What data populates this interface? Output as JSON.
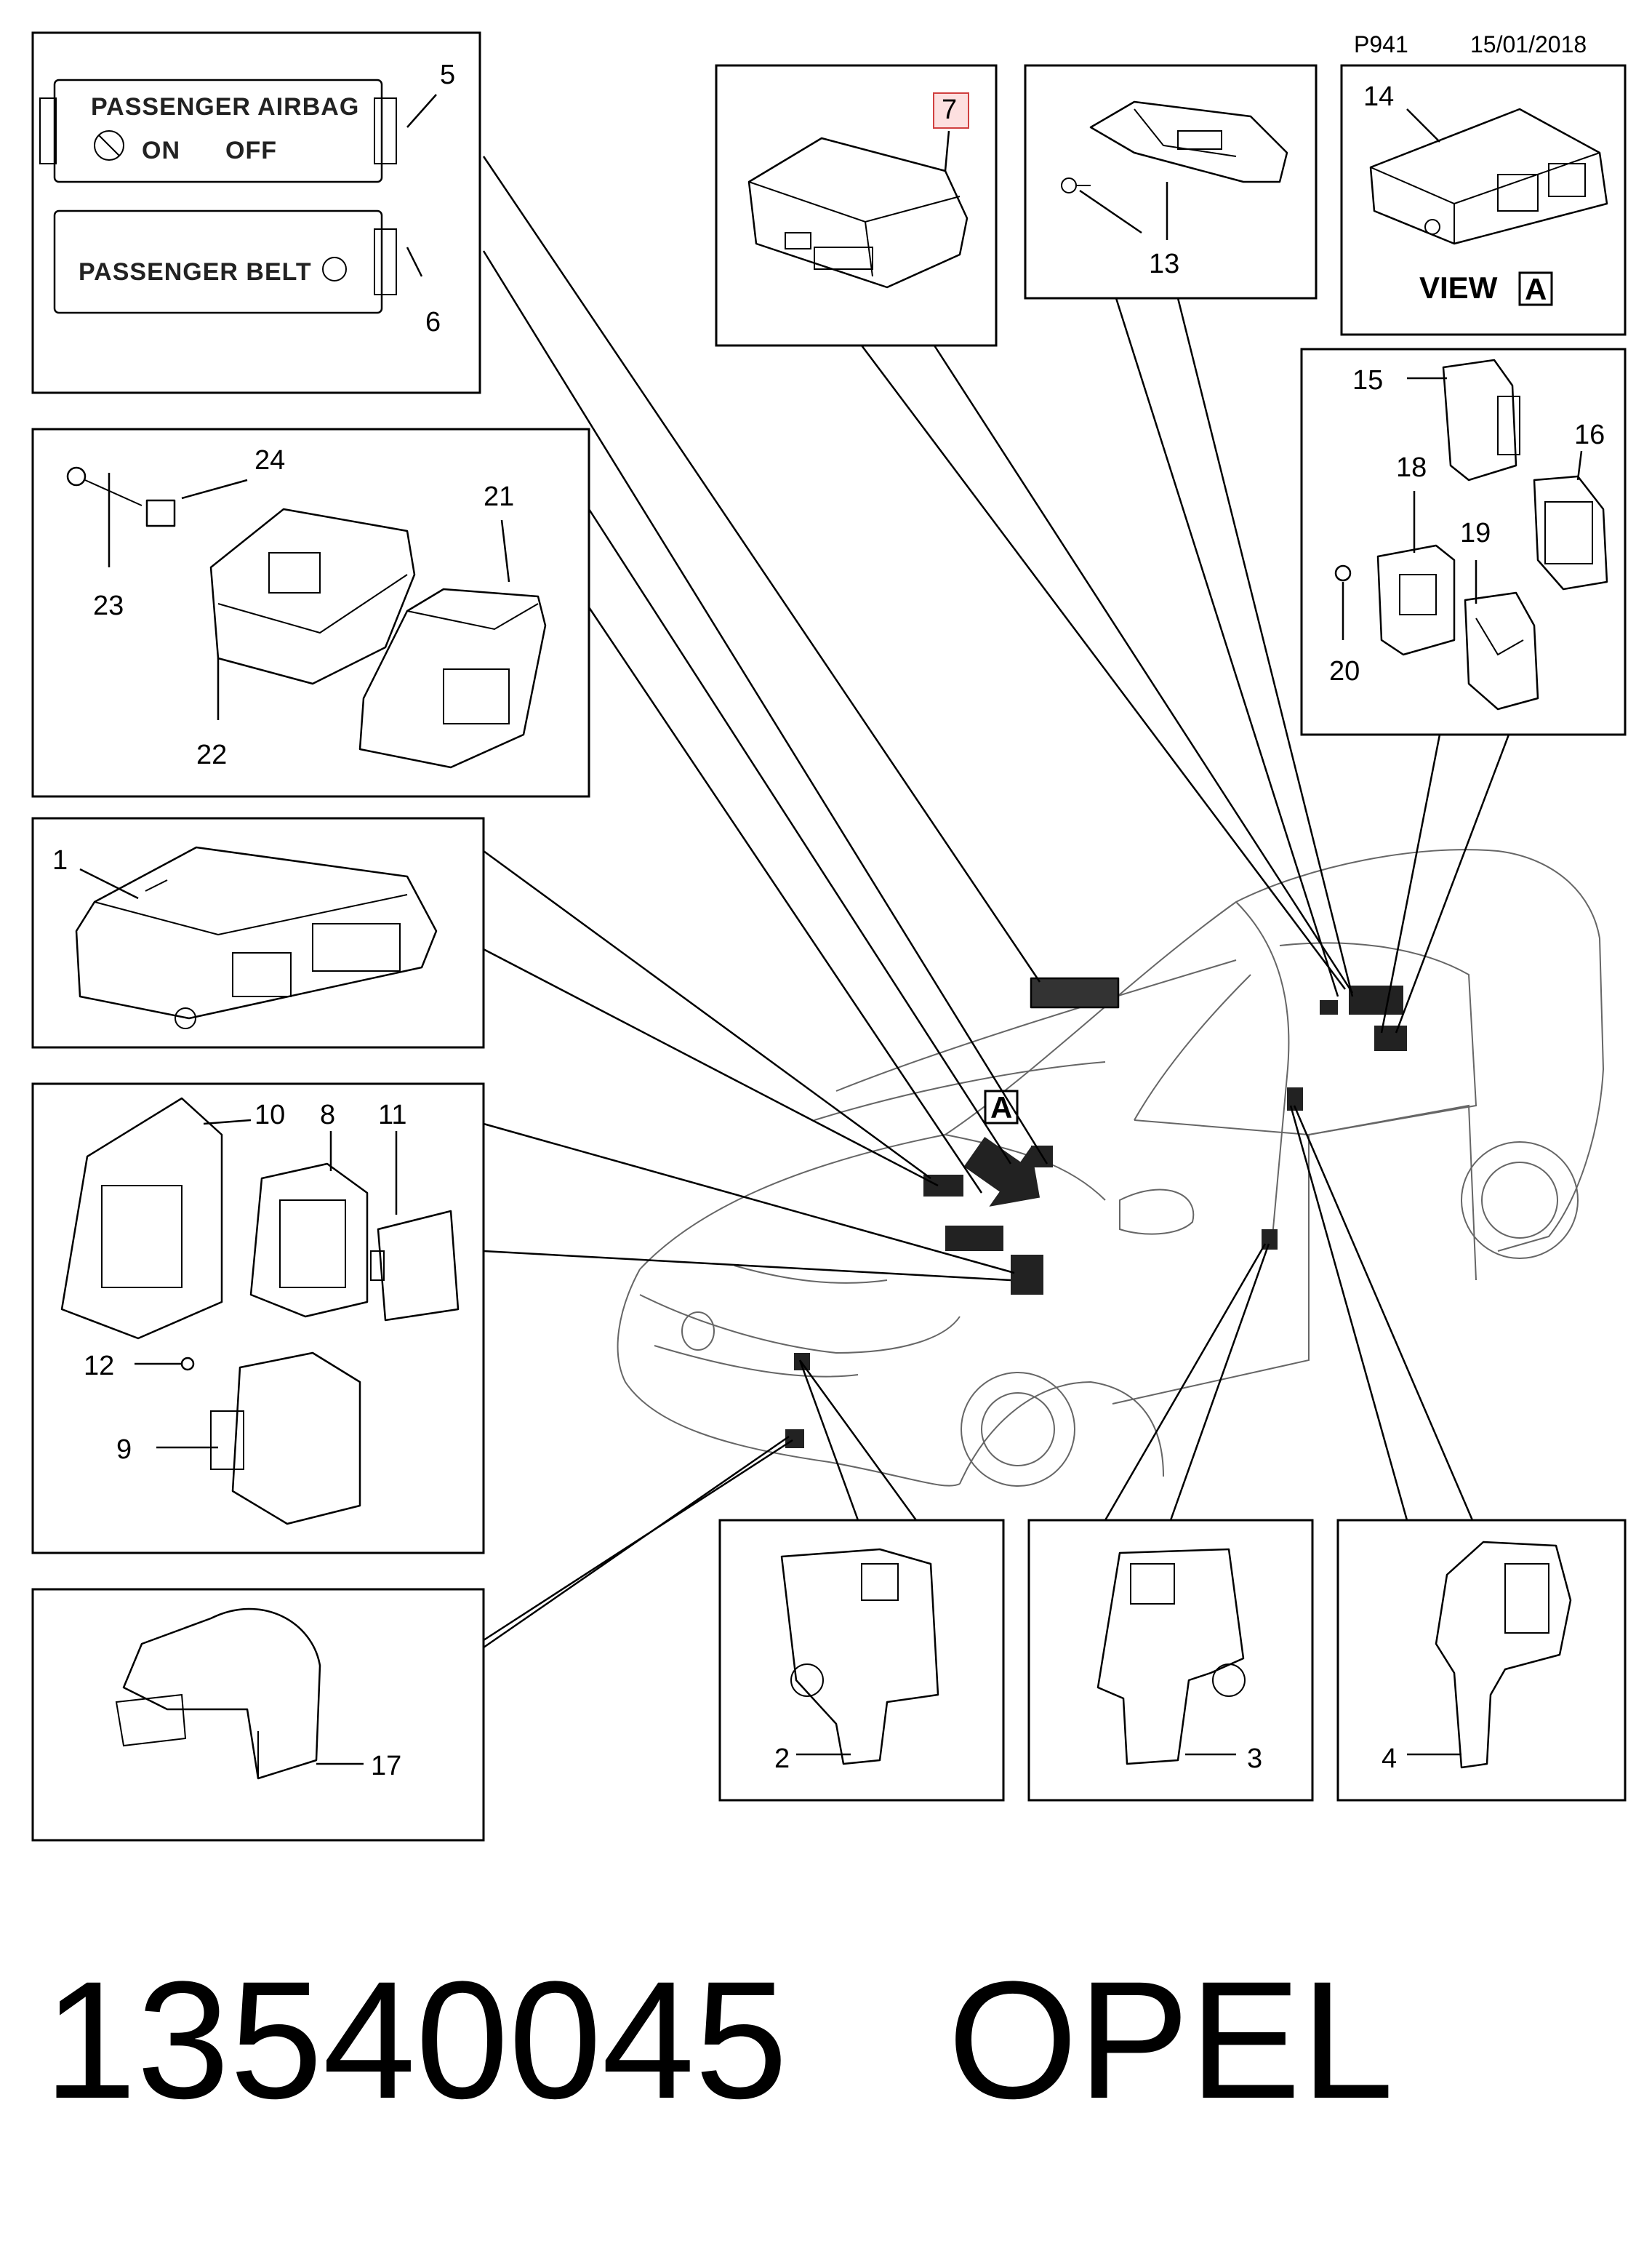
{
  "header": {
    "code": "P941",
    "date": "15/01/2018"
  },
  "callouts": [
    "1",
    "2",
    "3",
    "4",
    "5",
    "6",
    "7",
    "8",
    "9",
    "10",
    "11",
    "12",
    "13",
    "14",
    "15",
    "16",
    "17",
    "18",
    "19",
    "20",
    "21",
    "22",
    "23",
    "24"
  ],
  "labels": {
    "passenger_airbag": "PASSENGER AIRBAG",
    "on": "ON",
    "off": "OFF",
    "passenger_belt": "PASSENGER  BELT",
    "sub2": "2",
    "view": "VIEW",
    "view_letter": "A",
    "arrow_letter": "A"
  },
  "footer": {
    "part_number": "13540045",
    "brand": "OPEL"
  }
}
